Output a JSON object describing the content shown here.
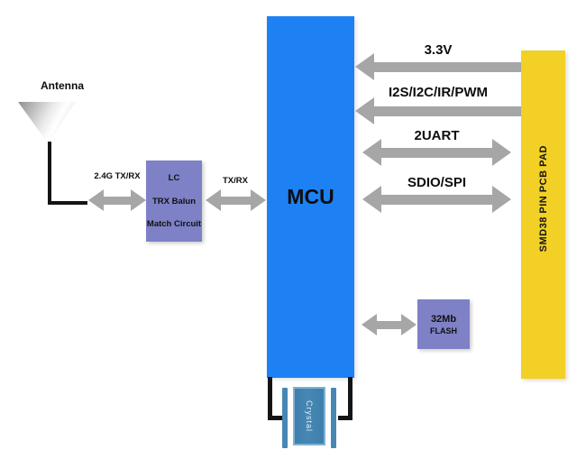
{
  "colors": {
    "mcu_blue": "#1e81f3",
    "pad_yellow": "#f2d026",
    "module_purple": "#7e81c6",
    "crystal_blue": "#4787b4",
    "crystal_border": "#7fb2d2",
    "arrow_gray": "#a6a6a6",
    "line_black": "#141414"
  },
  "antenna": {
    "label": "Antenna"
  },
  "rf": {
    "antenna_balun_label": "2.4G TX/RX",
    "balun_mcu_label": "TX/RX"
  },
  "balun": {
    "line1": "LC",
    "line2": "TRX Balun",
    "line3": "Match Circuit"
  },
  "mcu": {
    "label": "MCU"
  },
  "pcb_pad": {
    "label": "SMD38 PIN PCB PAD"
  },
  "buses": [
    {
      "label": "3.3V",
      "direction": "to-mcu"
    },
    {
      "label": "I2S/I2C/IR/PWM",
      "direction": "to-mcu"
    },
    {
      "label": "2UART",
      "direction": "bidirectional"
    },
    {
      "label": "SDIO/SPI",
      "direction": "bidirectional"
    }
  ],
  "flash": {
    "line1": "32Mb",
    "line2": "FLASH"
  },
  "crystal": {
    "label": "Crystal"
  }
}
